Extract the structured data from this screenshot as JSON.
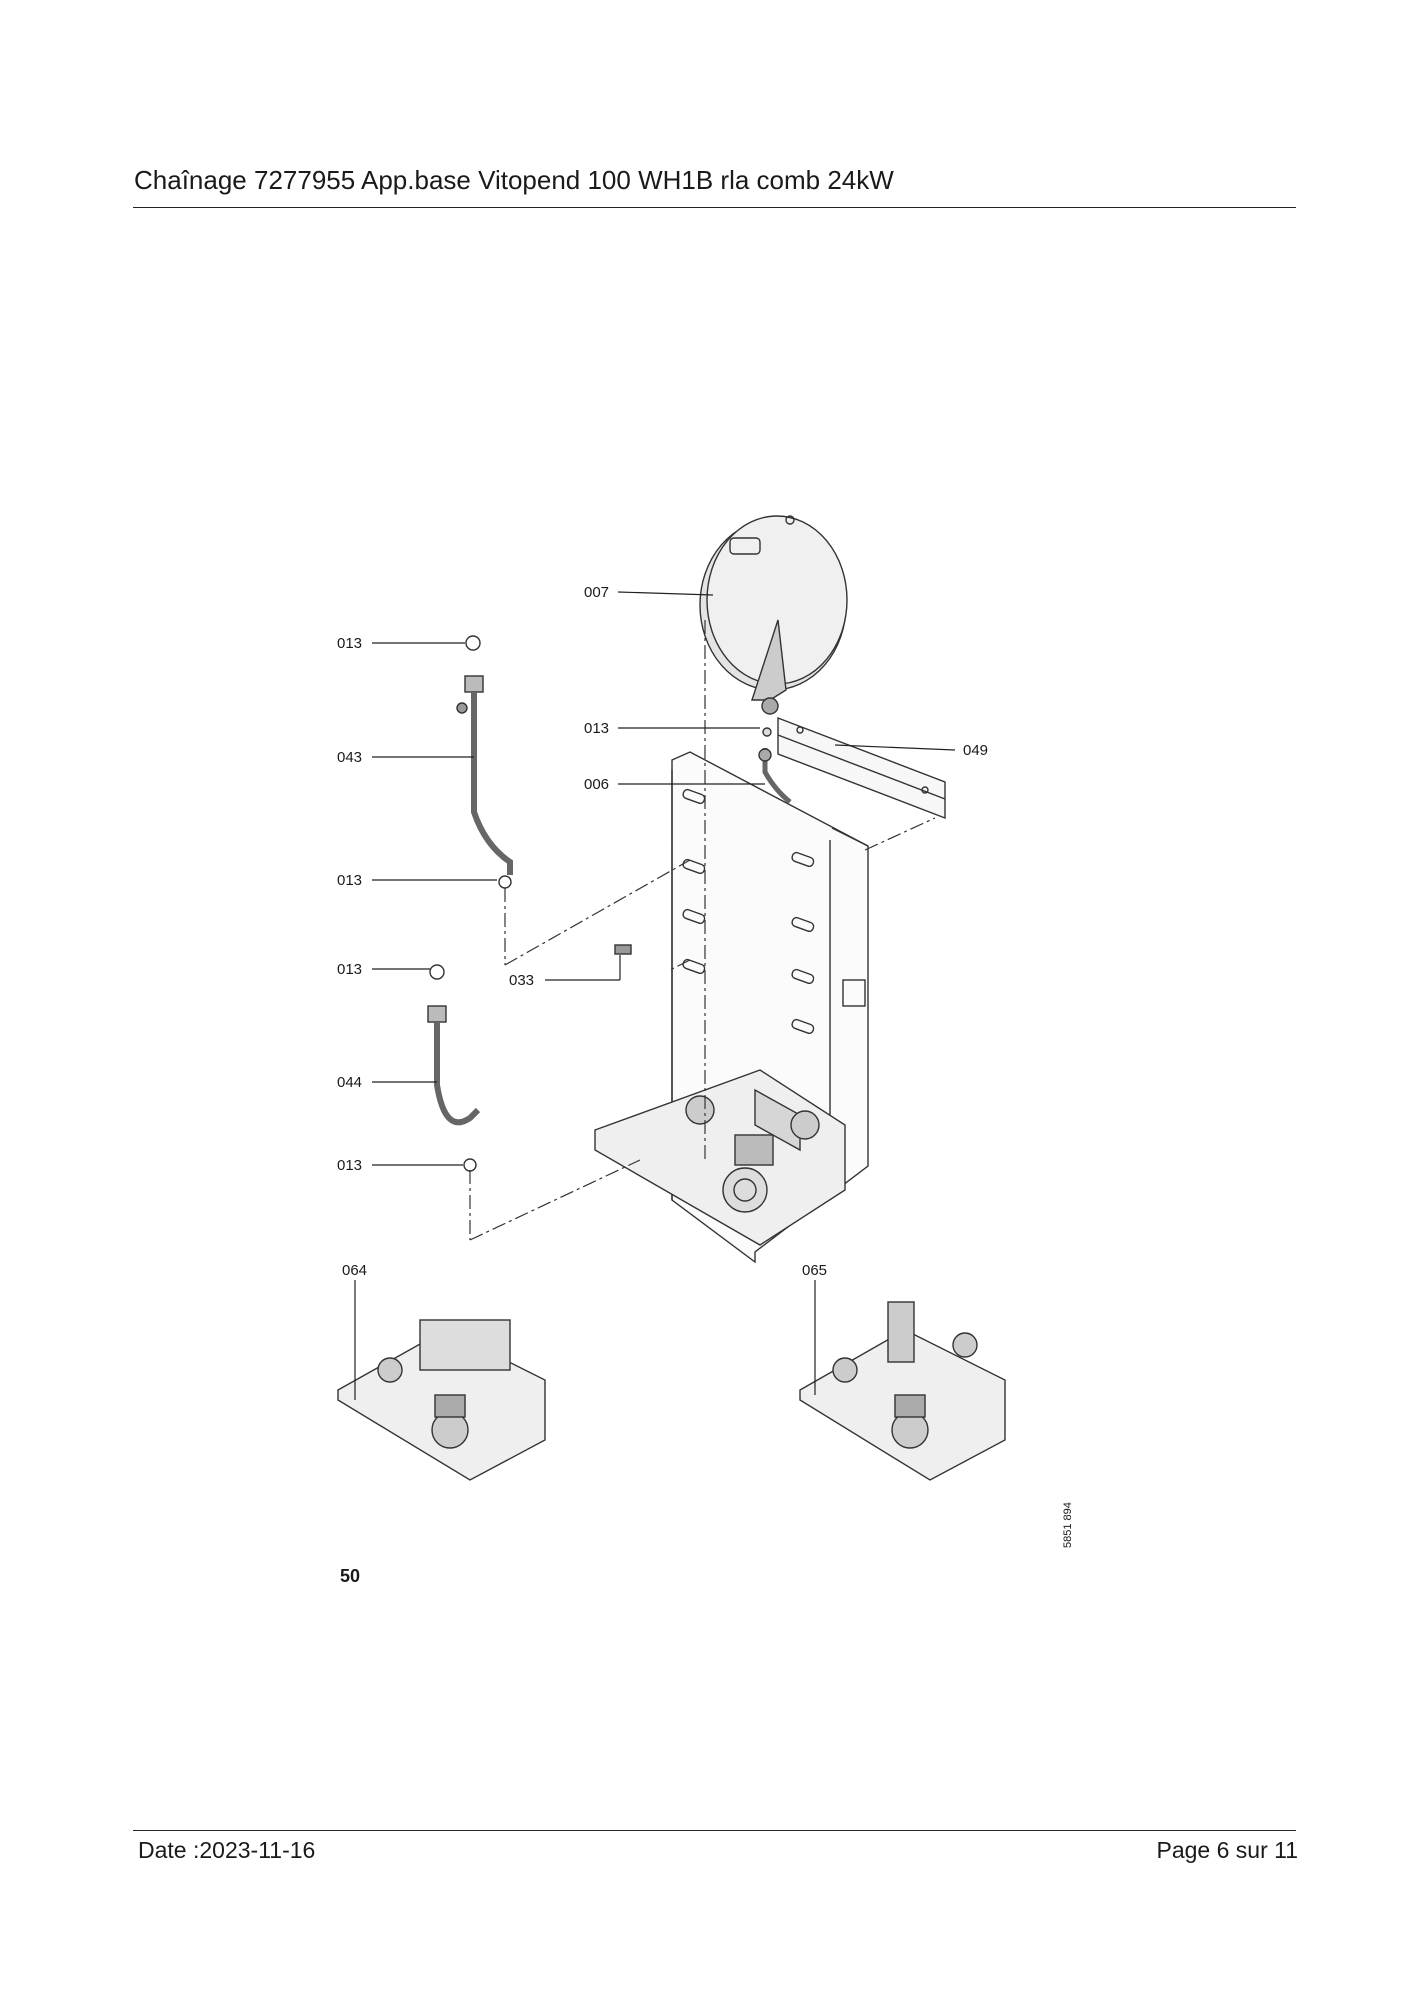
{
  "header": {
    "title": "Chaînage 7277955 App.base Vitopend 100 WH1B rla comb 24kW"
  },
  "figure": {
    "number": "50",
    "drawing_code": "5851 894",
    "callouts": {
      "c007": "007",
      "c013a": "013",
      "c043": "043",
      "c013b": "013",
      "c049": "049",
      "c006": "006",
      "c013c": "013",
      "c013d": "013",
      "c033": "033",
      "c044": "044",
      "c013e": "013",
      "c064": "064",
      "c065": "065"
    }
  },
  "footer": {
    "date": "Date :2023-11-16",
    "page": "Page 6 sur  11"
  }
}
